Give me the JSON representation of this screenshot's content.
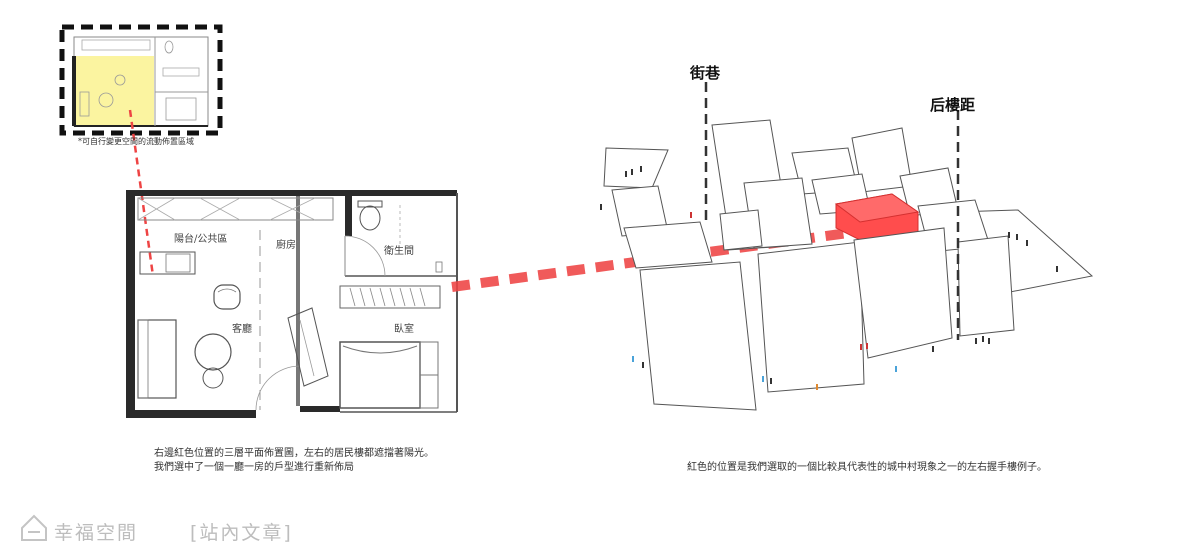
{
  "thumbnail": {
    "caption": "*可自行變更空間的流動佈置區域"
  },
  "plan": {
    "rooms": {
      "balcony": "陽台/公共區",
      "kitchen": "廚房",
      "bathroom": "衛生間",
      "living": "客廳",
      "bedroom": "臥室"
    },
    "caption_line1": "右邊紅色位置的三層平面佈置圖，左右的居民樓都遮擋著陽光。",
    "caption_line2": "我們選中了一個一廳一房的戶型進行重新佈局"
  },
  "block": {
    "street_label": "街巷",
    "distance_label": "后樓距",
    "caption": "紅色的位置是我們選取的一個比較具代表性的城中村現象之一的左右握手樓例子。"
  },
  "colors": {
    "highlight_red": "#ff4d4d",
    "dash_red": "#ee4444",
    "thumb_yellow": "#fbf4a0",
    "wall": "#2a2a2a"
  },
  "watermark": {
    "brand": "幸福空間",
    "tag": "[站內文章]"
  }
}
